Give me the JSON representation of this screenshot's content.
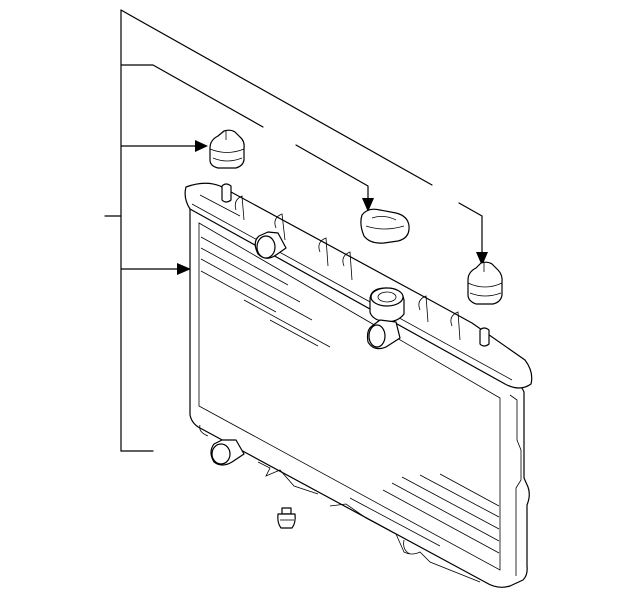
{
  "diagram": {
    "type": "parts-exploded-view",
    "parts": [
      {
        "id": "radiator-assembly",
        "icon": "radiator-icon"
      },
      {
        "id": "upper-mount-cushion",
        "icon": "rubber-mount-icon"
      },
      {
        "id": "radiator-cap",
        "icon": "radiator-cap-icon"
      },
      {
        "id": "right-mount-cushion",
        "icon": "rubber-mount-icon"
      },
      {
        "id": "drain-plug",
        "icon": "drain-plug-icon"
      }
    ],
    "colors": {
      "line": "#000000",
      "background": "#ffffff"
    }
  }
}
